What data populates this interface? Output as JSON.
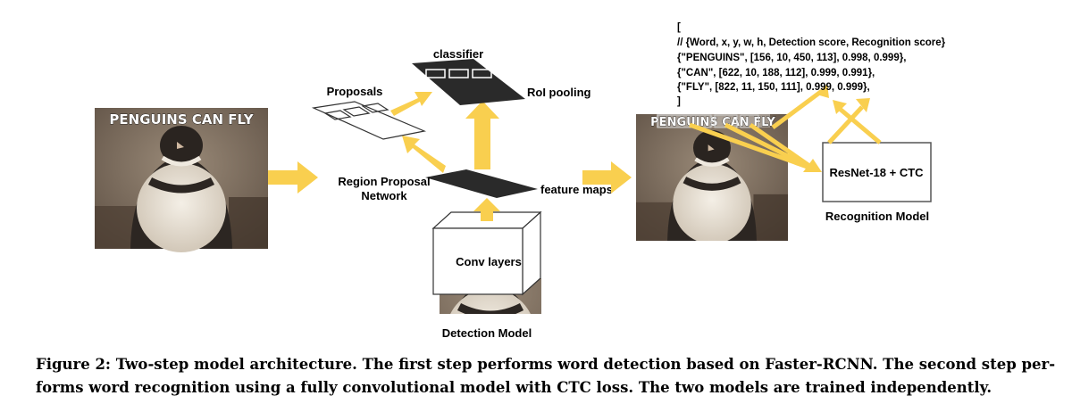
{
  "meme_caption": "PENGUINS CAN FLY",
  "labels": {
    "proposals": "Proposals",
    "classifier": "classifier",
    "roi_pooling": "RoI pooling",
    "rpn_line1": "Region Proposal",
    "rpn_line2": "Network",
    "feature_maps": "feature maps",
    "conv_layers": "Conv layers",
    "detection_model": "Detection Model",
    "resnet": "ResNet-18 + CTC",
    "recognition_model": "Recognition Model"
  },
  "output_json": {
    "open": "[",
    "comment": "// {Word, x, y, w, h, Detection score, Recognition score}",
    "row1": "{\"PENGUINS\", [156, 10, 450, 113], 0.998, 0.999},",
    "row2": "{\"CAN\", [622, 10, 188, 112], 0.999, 0.991},",
    "row3": "{\"FLY\", [822, 11, 150, 111], 0.999, 0.999},",
    "close": "]"
  },
  "caption": {
    "line1": "Figure 2: Two-step model architecture. The first step performs word detection based on Faster-RCNN. The second step per-",
    "line2": "forms word recognition using a fully convolutional model with CTC loss. The two models are trained independently."
  },
  "colors": {
    "arrow": "#f9cf4f",
    "dark_plane": "#2a2a2a",
    "box_border": "#555555"
  }
}
